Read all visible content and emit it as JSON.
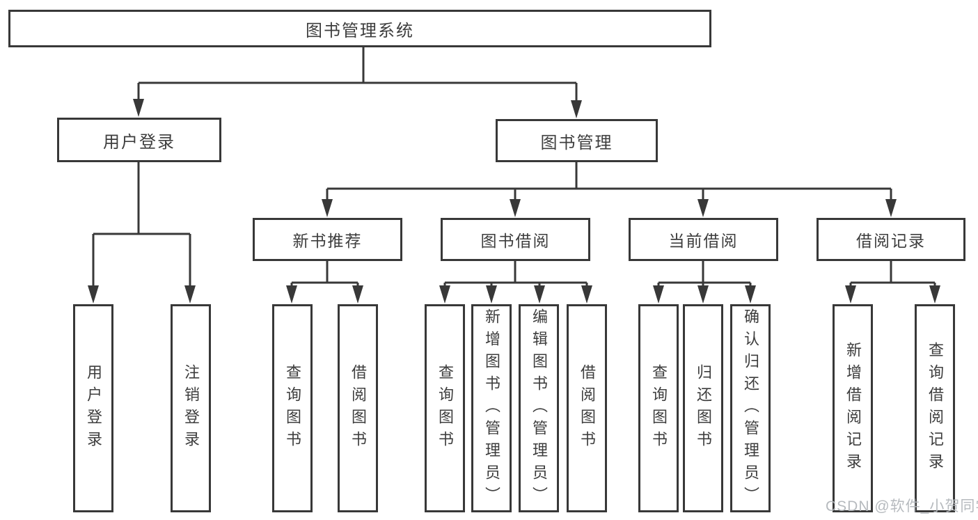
{
  "diagram": {
    "title": "图书管理系统",
    "level2": [
      "用户登录",
      "图书管理"
    ],
    "level3": [
      "新书推荐",
      "图书借阅",
      "当前借阅",
      "借阅记录"
    ],
    "leaves": {
      "login": [
        "用户登录",
        "注销登录"
      ],
      "newbook": [
        "查询图书",
        "借阅图书"
      ],
      "borrow": [
        "查询图书",
        "新增图书（管理员）",
        "编辑图书（管理员）",
        "借阅图书"
      ],
      "current": [
        "查询图书",
        "归还图书",
        "确认归还（管理员）"
      ],
      "records": [
        "新增借阅记录",
        "查询借阅记录"
      ]
    },
    "watermark": "CSDN @软件_小贺同学",
    "colors": {
      "line": "#383838",
      "text": "#3d3d3d",
      "watermark": "#b3b7bb",
      "background": "#ffffff"
    }
  }
}
